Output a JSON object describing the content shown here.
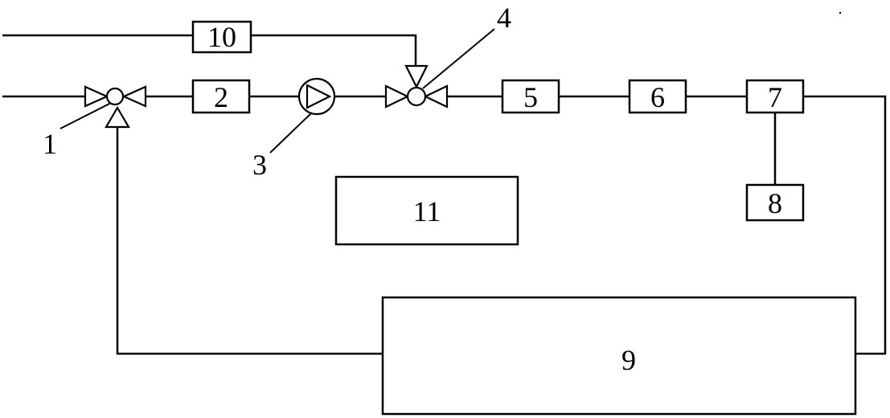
{
  "components": {
    "c2": "2",
    "c5": "5",
    "c6": "6",
    "c7": "7",
    "c8": "8",
    "c9": "9",
    "c10": "10",
    "c11": "11"
  },
  "callouts": {
    "valve1": "1",
    "pump3": "3",
    "valve4": "4"
  }
}
